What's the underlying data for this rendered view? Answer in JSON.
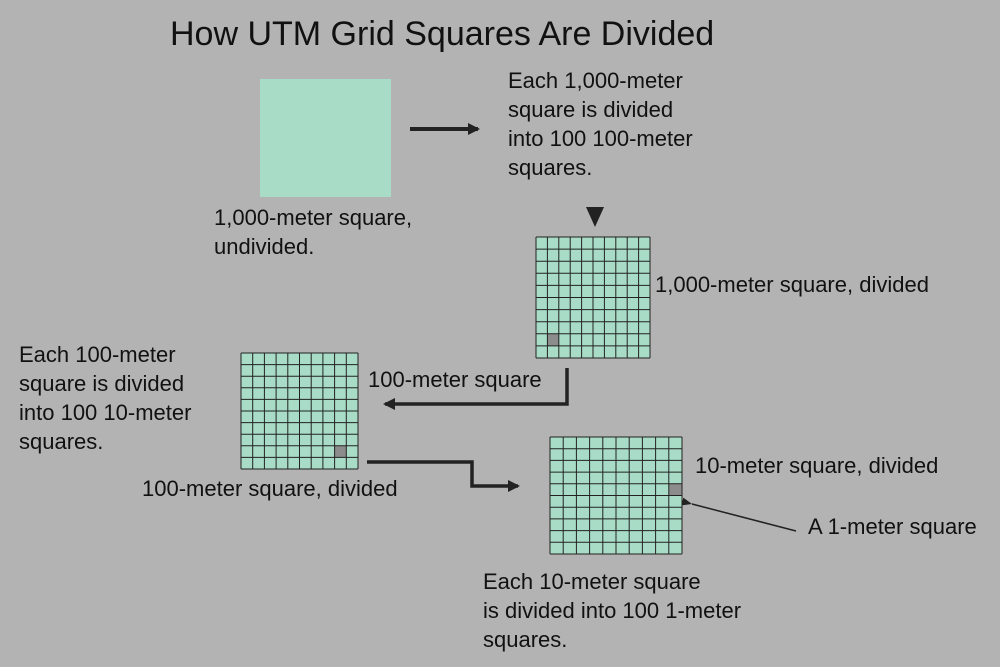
{
  "title": "How UTM Grid Squares Are Divided",
  "colors": {
    "background": "#b3b3b3",
    "square_fill": "#a8dcc6",
    "grid_line": "#222222",
    "highlight_cell": "#8c8c8c",
    "arrow": "#222222"
  },
  "labels": {
    "undivided_caption": "1,000-meter square,\nundivided.",
    "step1_note": "Each 1,000-meter\nsquare is divided\ninto 100 100-meter\nsquares.",
    "divided_1000_caption": "1,000-meter square, divided",
    "hundred_meter_label": "100-meter square",
    "step2_note": "Each 100-meter\nsquare is divided\ninto 100 10-meter\nsquares.",
    "divided_100_caption": "100-meter square, divided",
    "divided_10_caption": "10-meter square, divided",
    "one_meter_label": "A 1-meter square",
    "step3_note": "Each 10-meter square\nis divided into 100 1-meter\nsquares."
  },
  "grids": {
    "cells_per_side": 10
  }
}
